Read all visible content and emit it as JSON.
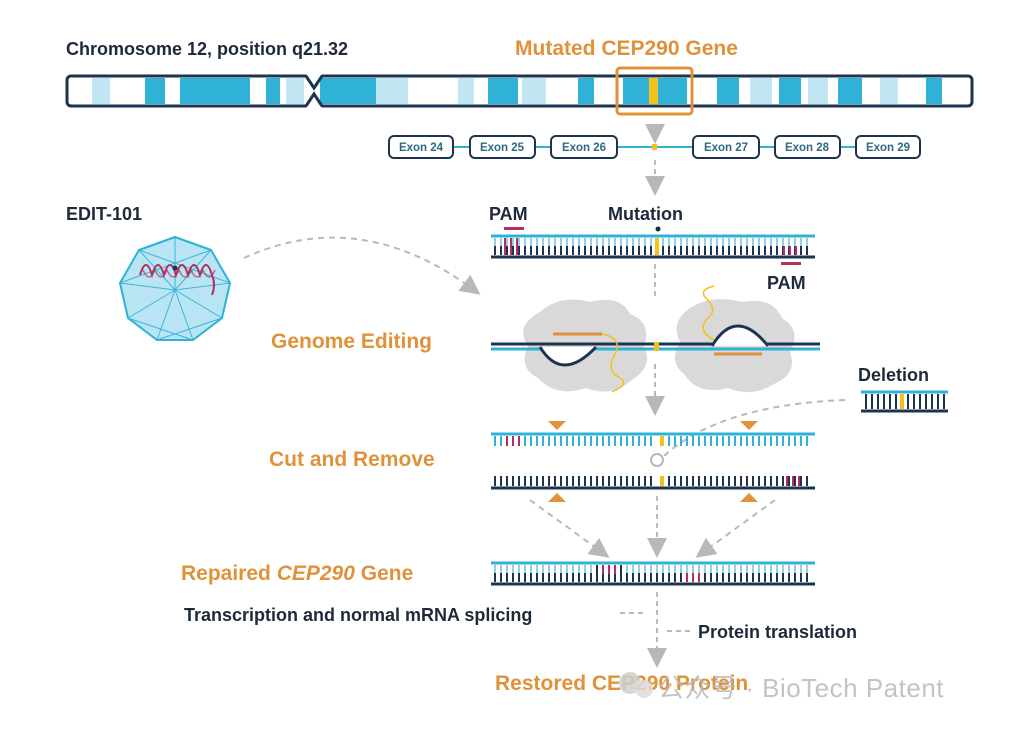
{
  "labels": {
    "chromosome": "Chromosome 12, position q21.32",
    "mutated_gene": "Mutated CEP290 Gene",
    "edit_101": "EDIT-101",
    "pam_top": "PAM",
    "mutation": "Mutation",
    "pam_bottom": "PAM",
    "genome_editing": "Genome Editing",
    "deletion": "Deletion",
    "cut_and_remove": "Cut and Remove",
    "repaired_prefix": "Repaired ",
    "repaired_gene": "CEP290",
    "repaired_suffix": " Gene",
    "transcription": "Transcription and normal mRNA splicing",
    "protein_translation": "Protein translation",
    "restored_protein": "Restored CEP290 Protein",
    "watermark": "公众号 · BioTech Patent"
  },
  "exons": [
    "Exon 24",
    "Exon 25",
    "Exon 26",
    "Exon 27",
    "Exon 28",
    "Exon 29"
  ],
  "colors": {
    "dark_navy": "#1e3350",
    "teal": "#2fb2d6",
    "light_teal": "#bfe6f2",
    "orange": "#e0923a",
    "yellow": "#f2c21a",
    "magenta": "#b3305e",
    "grey": "#b8b8b8",
    "blob_grey": "#d9d9d9"
  }
}
